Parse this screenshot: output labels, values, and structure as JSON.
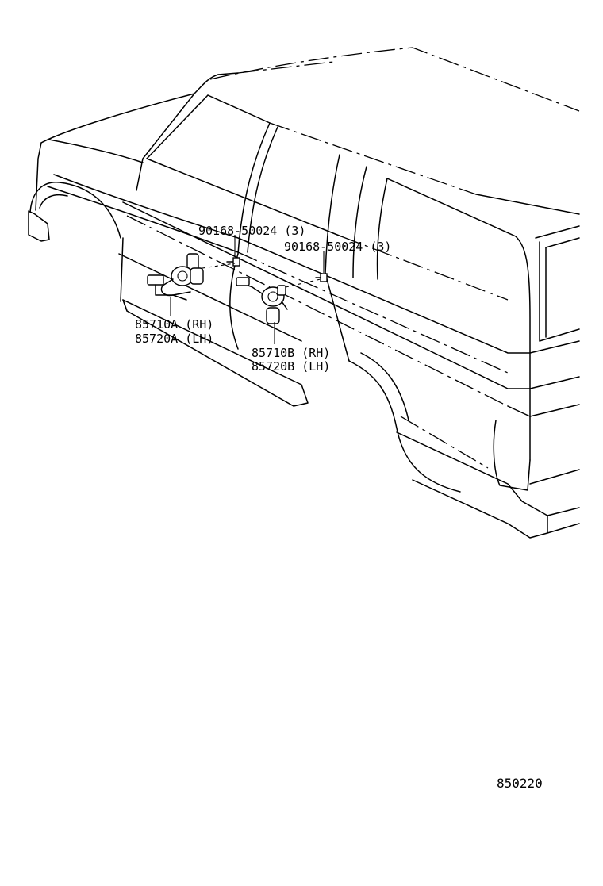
{
  "diagram": {
    "labels": {
      "bolt_front": "90168-50024 (3)",
      "bolt_rear": "90168-50024 (3)",
      "motor_a_rh": "85710A (RH)",
      "motor_a_lh": "85720A (LH)",
      "motor_b_rh": "85710B (RH)",
      "motor_b_lh": "85720B (LH)",
      "figure_number": "850220"
    }
  }
}
